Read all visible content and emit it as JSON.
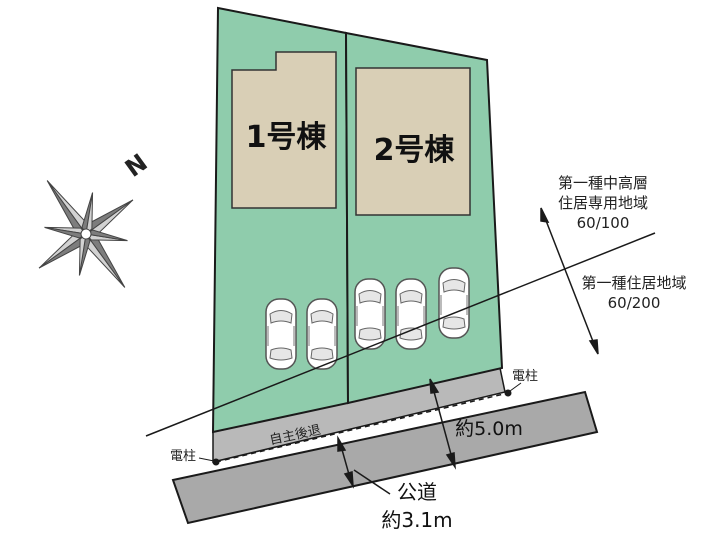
{
  "lots": [
    {
      "building_label": "1号棟"
    },
    {
      "building_label": "2号棟"
    }
  ],
  "zoning": {
    "upper": {
      "name_line1": "第一種中高層",
      "name_line2": "住居専用地域",
      "ratio": "60/100"
    },
    "lower": {
      "name": "第一種住居地域",
      "ratio": "60/200"
    }
  },
  "setback_label": "自主後退",
  "utility_pole_label": "電柱",
  "road": {
    "name": "公道",
    "width": "約3.1m"
  },
  "frontage_width": "約5.0m",
  "compass": {
    "north_label": "N"
  },
  "colors": {
    "lot_fill": "#8fccac",
    "building_fill": "#d9cfb6",
    "road_fill": "#a9a9a9",
    "line": "#1a1a1a"
  }
}
